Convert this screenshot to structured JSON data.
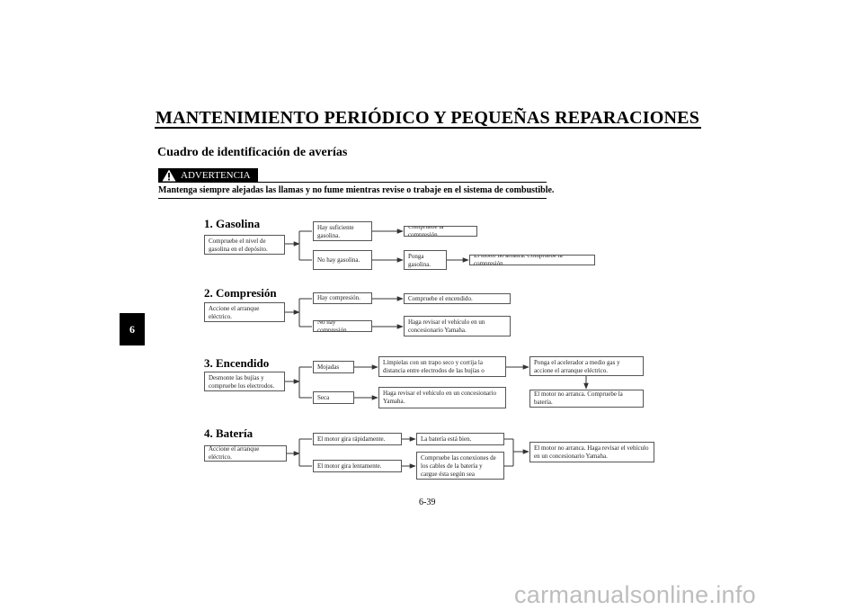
{
  "header": {
    "title": "MANTENIMIENTO PERIÓDICO Y PEQUEÑAS REPARACIONES",
    "section_title": "Cuadro de identificación de averías",
    "chapter_tab": "6"
  },
  "warning": {
    "label": "ADVERTENCIA",
    "text": "Mantenga siempre alejadas las llamas y no fume mientras revise o trabaje en el sistema de combustible."
  },
  "steps": {
    "gasolina": {
      "title": "1. Gasolina",
      "check": "Compruebe el nivel de gasolina en el depósito.",
      "yes_condition": "Hay suficiente gasolina.",
      "yes_action": "Compruebe la compresión.",
      "no_condition": "No hay gasolina.",
      "no_action": "Ponga gasolina.",
      "no_result": "El motor no arranca. Compruebe la compresión."
    },
    "compresion": {
      "title": "2. Compresión",
      "check": "Accione el arranque eléctrico.",
      "yes_condition": "Hay compresión.",
      "yes_action": "Compruebe el encendido.",
      "no_condition": "No hay compresión.",
      "no_action": "Haga revisar el vehículo en un concesionario Yamaha."
    },
    "encendido": {
      "title": "3. Encendido",
      "check": "Desmonte las bujías y compruebe los electrodos.",
      "wet_condition": "Mojadas",
      "wet_action": "Límpielas con un trapo seco y corrija la distancia entre electrodos de las bujías o cámbielas.",
      "wet_next": "Ponga el acelerador a medio gas y accione el arranque eléctrico.",
      "wet_result": "El motor no arranca. Compruebe la batería.",
      "dry_condition": "Seca",
      "dry_action": "Haga revisar el vehículo en un concesionario Yamaha."
    },
    "bateria": {
      "title": "4. Batería",
      "check": "Accione el arranque eléctrico.",
      "fast_condition": "El motor gira rápidamente.",
      "fast_result": "La batería está bien.",
      "slow_condition": "El motor gira lentamente.",
      "slow_action": "Compruebe las conexiones de los cables de la batería y cargue ésta según sea necesario.",
      "final_result": "El motor no arranca. Haga revisar el vehículo en un concesionario Yamaha."
    }
  },
  "footer": {
    "page_number": "6-39",
    "watermark": "carmanualsonline.info"
  }
}
